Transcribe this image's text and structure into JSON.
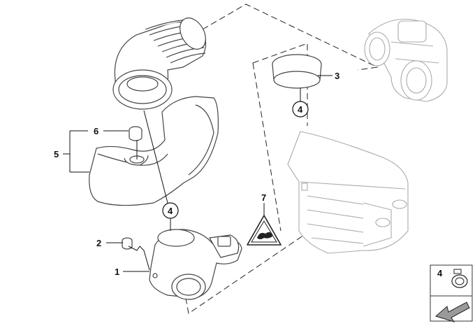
{
  "diagram": {
    "callouts": {
      "c1": "1",
      "c2": "2",
      "c3": "3",
      "c4_top": "4",
      "c4_mid": "4",
      "c5": "5",
      "c6": "6",
      "c7": "7",
      "c4_legend": "4"
    }
  },
  "colors": {
    "line": "#111111",
    "part_outline": "#444444",
    "faded_part": "#aaaaaa",
    "legend_arrow_fill": "#9a9a9a"
  }
}
